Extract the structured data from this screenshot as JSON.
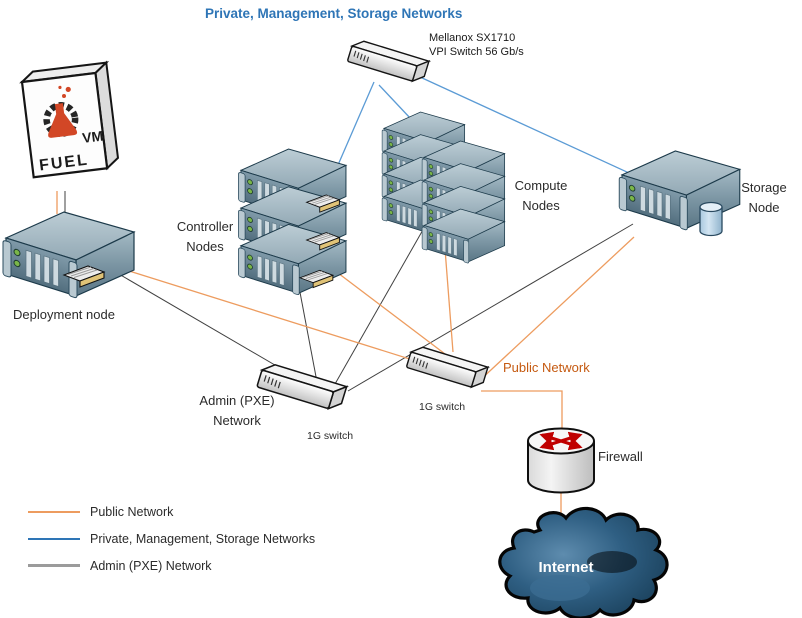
{
  "heading": {
    "text": "Private, Management, Storage Networks"
  },
  "colors": {
    "heading_blue": "#2E75B6",
    "public_network_line": "#ED9C5F",
    "private_mgmt_storage_line": "#5B9BD5",
    "admin_pxe_line": "#404040",
    "public_label_orange": "#C55A11"
  },
  "nodes": {
    "mellanox_switch": {
      "label_line1": "Mellanox SX1710",
      "label_line2": "VPI  Switch 56 Gb/s"
    },
    "fuel_vm": {
      "logo_text": "FUEL",
      "vm_text": "VM"
    },
    "deployment_node": {
      "label": "Deployment node"
    },
    "controller_nodes": {
      "label": "Controller Nodes"
    },
    "compute_nodes": {
      "label": "Compute Nodes"
    },
    "storage_node": {
      "label": "Storage Node"
    },
    "admin_switch": {
      "network_label": "Admin (PXE) Network",
      "device_label": "1G switch"
    },
    "public_switch": {
      "network_label": "Public Network",
      "device_label": "1G switch"
    },
    "firewall": {
      "label": "Firewall"
    },
    "internet": {
      "label": "Internet"
    }
  },
  "legend": {
    "items": [
      {
        "label": "Public Network",
        "color": "#ED9C5F"
      },
      {
        "label": "Private, Management, Storage Networks",
        "color": "#2E75B6"
      },
      {
        "label": "Admin (PXE) Network",
        "color": "#9B9B9B"
      }
    ]
  },
  "edges": [
    {
      "from": "Mellanox SX1710 VPI switch",
      "to": "Controller Nodes",
      "network": "Private, Management, Storage"
    },
    {
      "from": "Mellanox SX1710 VPI switch",
      "to": "Compute Nodes",
      "network": "Private, Management, Storage"
    },
    {
      "from": "Mellanox SX1710 VPI switch",
      "to": "Storage Node",
      "network": "Private, Management, Storage"
    },
    {
      "from": "Fuel VM",
      "to": "Deployment node",
      "network": "Public"
    },
    {
      "from": "Fuel VM",
      "to": "Deployment node",
      "network": "Admin (PXE)"
    },
    {
      "from": "Deployment node",
      "to": "Admin (PXE) 1G switch",
      "network": "Admin (PXE)"
    },
    {
      "from": "Controller Nodes",
      "to": "Admin (PXE) 1G switch",
      "network": "Admin (PXE)"
    },
    {
      "from": "Compute Nodes",
      "to": "Admin (PXE) 1G switch",
      "network": "Admin (PXE)"
    },
    {
      "from": "Storage Node",
      "to": "Admin (PXE) 1G switch",
      "network": "Admin (PXE)"
    },
    {
      "from": "Deployment node",
      "to": "Public 1G switch",
      "network": "Public"
    },
    {
      "from": "Controller Nodes",
      "to": "Public 1G switch",
      "network": "Public"
    },
    {
      "from": "Compute Nodes",
      "to": "Public 1G switch",
      "network": "Public"
    },
    {
      "from": "Storage Node",
      "to": "Public 1G switch",
      "network": "Public"
    },
    {
      "from": "Public 1G switch",
      "to": "Firewall",
      "network": "Public"
    },
    {
      "from": "Firewall",
      "to": "Internet",
      "network": "Public"
    }
  ]
}
